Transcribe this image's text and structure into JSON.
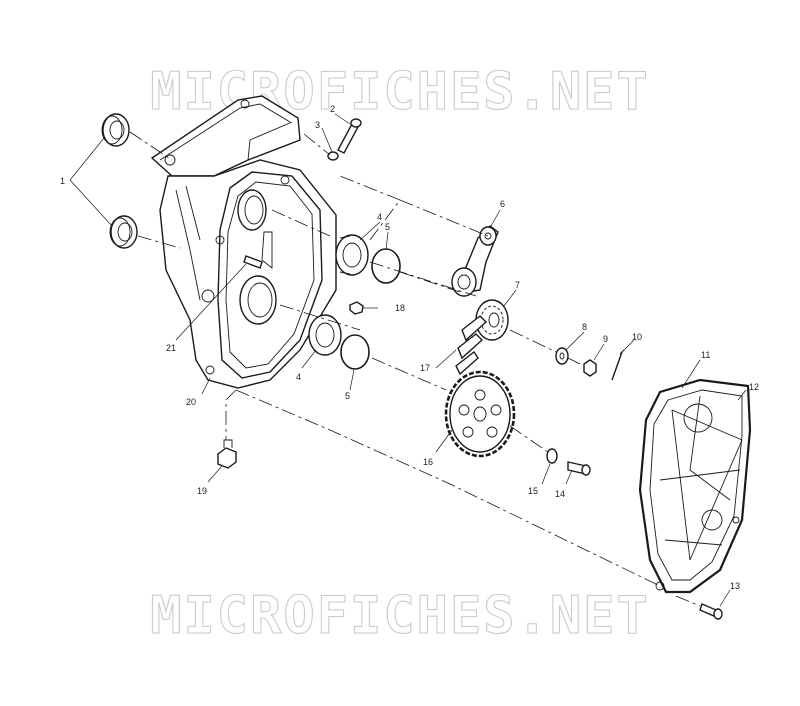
{
  "watermarks": [
    "MICROFICHES.NET",
    "MICROFICHES.NET"
  ],
  "callouts": [
    {
      "id": "c1",
      "label": "1"
    },
    {
      "id": "c2",
      "label": "2"
    },
    {
      "id": "c3",
      "label": "3"
    },
    {
      "id": "c4a",
      "label": "4"
    },
    {
      "id": "c5a",
      "label": "5"
    },
    {
      "id": "c6",
      "label": "6"
    },
    {
      "id": "c18",
      "label": "18"
    },
    {
      "id": "c7",
      "label": "7"
    },
    {
      "id": "c8",
      "label": "8"
    },
    {
      "id": "c9",
      "label": "9"
    },
    {
      "id": "c10",
      "label": "10"
    },
    {
      "id": "c21",
      "label": "21"
    },
    {
      "id": "c4b",
      "label": "4"
    },
    {
      "id": "c5b",
      "label": "5"
    },
    {
      "id": "c17",
      "label": "17"
    },
    {
      "id": "c11",
      "label": "11"
    },
    {
      "id": "c12",
      "label": "12"
    },
    {
      "id": "c20",
      "label": "20"
    },
    {
      "id": "c16",
      "label": "16"
    },
    {
      "id": "c15",
      "label": "15"
    },
    {
      "id": "c14",
      "label": "14"
    },
    {
      "id": "c19",
      "label": "19"
    },
    {
      "id": "c13",
      "label": "13"
    }
  ]
}
